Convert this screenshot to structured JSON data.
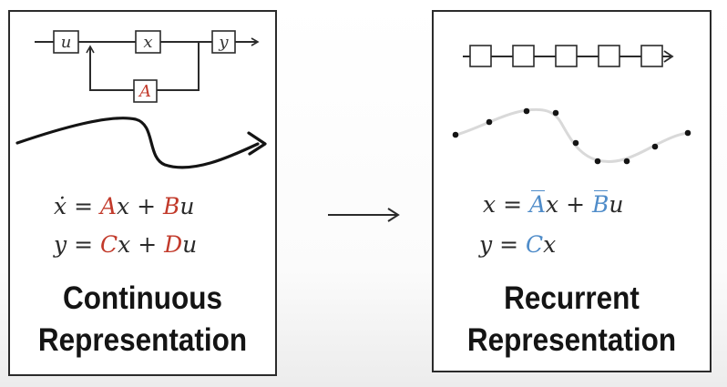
{
  "left_panel": {
    "block_diagram": {
      "input_label": "u",
      "state_label": "x",
      "output_label": "y",
      "feedback_label": "A"
    },
    "equations": {
      "line1": {
        "lhs": "ẋ",
        "eq": "=",
        "coef1": "A",
        "var1": "x",
        "plus": "+",
        "coef2": "B",
        "var2": "u"
      },
      "line2": {
        "lhs": "y",
        "eq": "=",
        "coef1": "C",
        "var1": "x",
        "plus": "+",
        "coef2": "D",
        "var2": "u"
      }
    },
    "title_line1": "Continuous",
    "title_line2": "Representation"
  },
  "right_panel": {
    "equations": {
      "line1": {
        "lhs": "x",
        "eq": "=",
        "coef1": "A",
        "var1": "x",
        "plus": "+",
        "coef2": "B",
        "var2": "u"
      },
      "line2": {
        "lhs": "y",
        "eq": "=",
        "coef1": "C",
        "var1": "x"
      }
    },
    "title_line1": "Recurrent",
    "title_line2": "Representation"
  },
  "colors": {
    "continuous_coefficients": "#c23a2b",
    "recurrent_coefficients": "#4f8cc9",
    "stroke": "#2b2b2b"
  }
}
